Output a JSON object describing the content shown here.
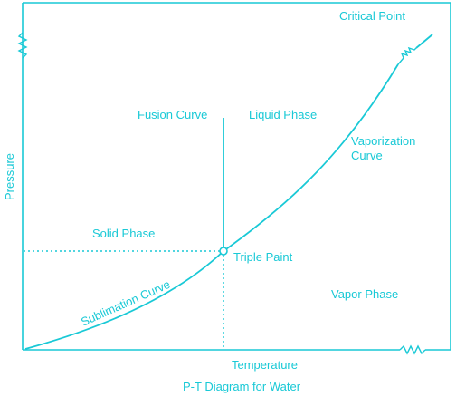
{
  "caption": "P-T Diagram for Water",
  "axes": {
    "x_label": "Temperature",
    "y_label": "Pressure"
  },
  "labels": {
    "critical_point": "Critical Point",
    "fusion_curve": "Fusion Curve",
    "liquid_phase": "Liquid Phase",
    "vaporization_curve_line1": "Vaporization",
    "vaporization_curve_line2": "Curve",
    "solid_phase": "Solid Phase",
    "triple_point": "Triple Paint",
    "sublimation_curve": "Sublimation Curve",
    "vapor_phase": "Vapor Phase"
  },
  "colors": {
    "line": "#19c9d6",
    "background": "#ffffff"
  }
}
